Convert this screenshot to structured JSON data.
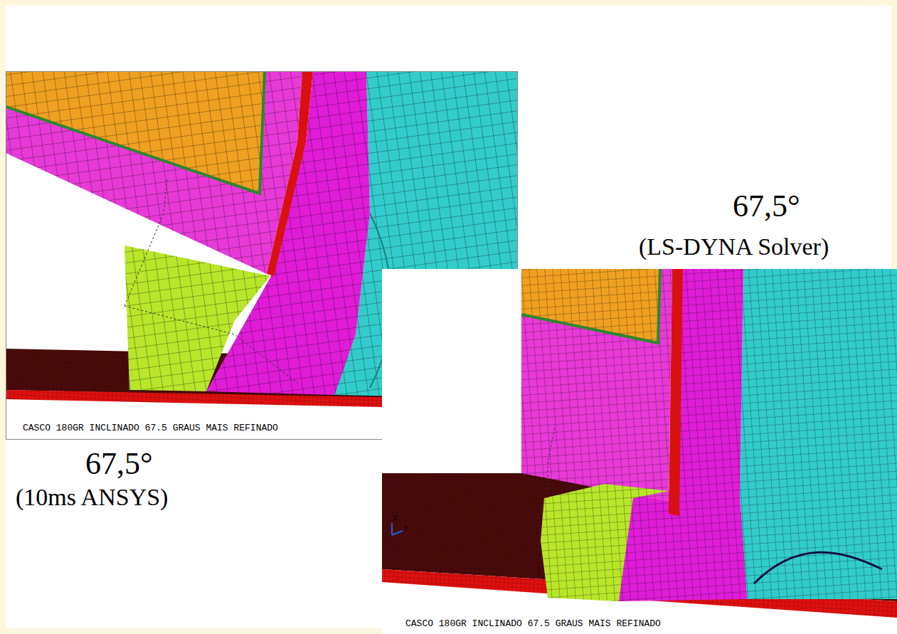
{
  "diagram": {
    "labels": [
      "67,5°",
      "(LS-DYNA Solver)",
      "CASCO 180GR INCLINADO 67.5 GRAUS MAIS REFINADO",
      "67,5°",
      "(10ms ANSYS)",
      "Z",
      "Y",
      "CASCO 180GR INCLINADO 67.5 GRAUS MAIS REFINADO"
    ]
  }
}
